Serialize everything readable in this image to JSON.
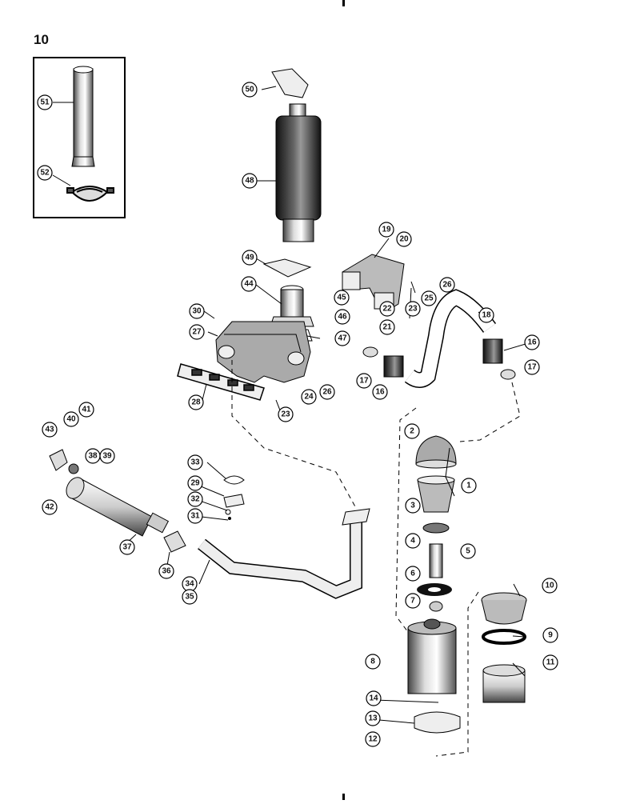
{
  "page_number": "10",
  "callouts": [
    "1",
    "2",
    "3",
    "4",
    "5",
    "6",
    "7",
    "8",
    "9",
    "10",
    "11",
    "12",
    "13",
    "14",
    "16",
    "17",
    "18",
    "19",
    "20",
    "21",
    "22",
    "23",
    "24",
    "25",
    "26",
    "27",
    "28",
    "29",
    "30",
    "31",
    "32",
    "33",
    "34",
    "35",
    "36",
    "37",
    "38",
    "39",
    "40",
    "41",
    "42",
    "43",
    "44",
    "45",
    "46",
    "47",
    "48",
    "49",
    "50",
    "51",
    "52"
  ]
}
